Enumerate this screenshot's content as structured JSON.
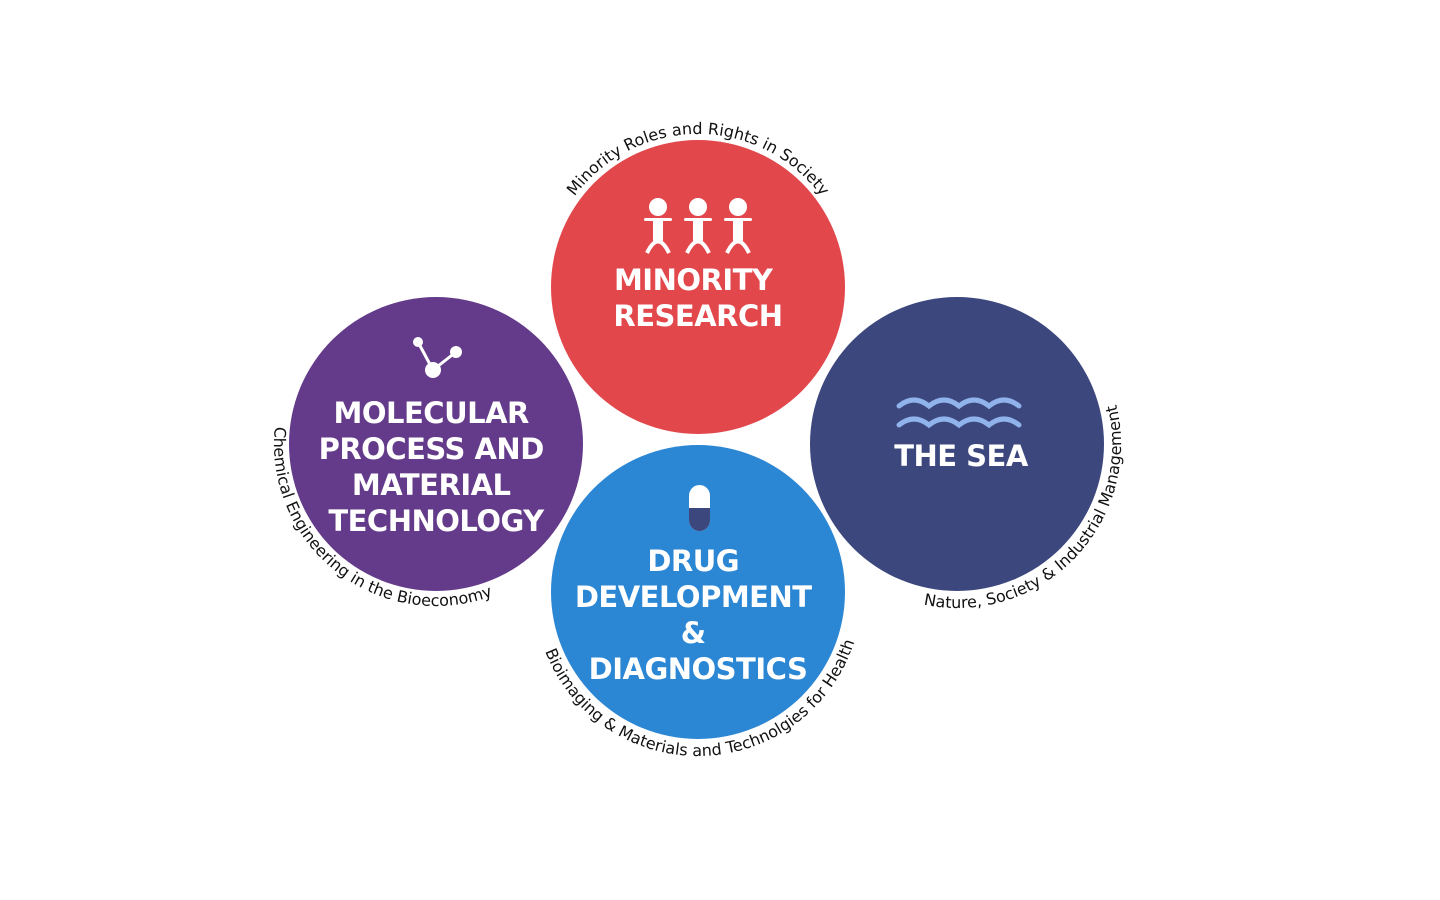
{
  "circles": [
    {
      "id": "minority",
      "title_lines": [
        "MINORITY",
        "RESEARCH"
      ],
      "subtitle": "Minority Roles and Rights in Society",
      "color": "#E2474C",
      "icon": "people-icon"
    },
    {
      "id": "molecular",
      "title_lines": [
        "MOLECULAR",
        "PROCESS AND",
        "MATERIAL",
        "TECHNOLOGY"
      ],
      "subtitle": "Chemical Engineering in the Bioeconomy",
      "color": "#643B8A",
      "icon": "molecule-icon"
    },
    {
      "id": "drug",
      "title_lines": [
        "DRUG",
        "DEVELOPMENT",
        "&",
        "DIAGNOSTICS"
      ],
      "subtitle": "Bioimaging & Materials and Technolgies for Health",
      "color": "#2B86D4",
      "icon": "pill-icon"
    },
    {
      "id": "sea",
      "title_lines": [
        "THE SEA"
      ],
      "subtitle": "Nature, Society & Industrial Management",
      "color": "#3C477E",
      "icon": "waves-icon"
    }
  ]
}
